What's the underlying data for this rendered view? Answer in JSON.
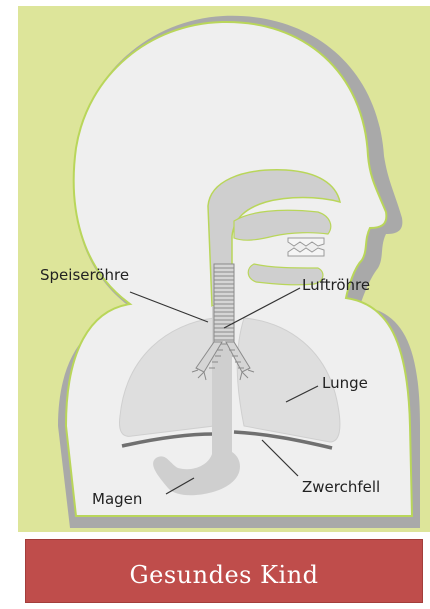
{
  "diagram": {
    "labels": {
      "speiseroehre": "Speiseröhre",
      "luftroehre": "Luftröhre",
      "lunge": "Lunge",
      "zwerchfell": "Zwerchfell",
      "magen": "Magen"
    },
    "colors": {
      "background": "#dde59a",
      "body_fill": "#efefef",
      "outline_grey": "#a9a9a9",
      "green_edge": "#b9d65a",
      "lung_fill": "#dedede",
      "cavity_fill": "#cfcfcf",
      "diaphragm": "#707070"
    }
  },
  "caption": {
    "text": "Gesundes Kind",
    "bg_color": "#bf4d4b"
  }
}
